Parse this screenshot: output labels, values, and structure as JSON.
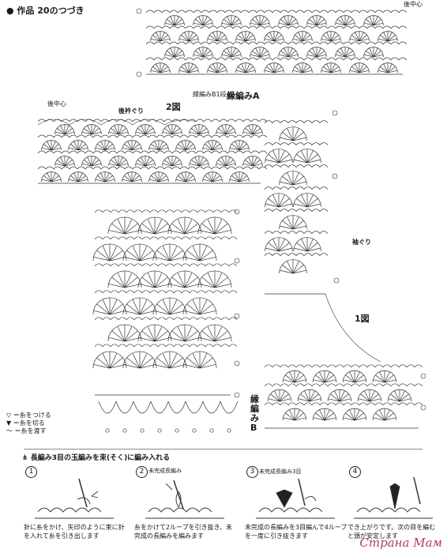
{
  "title": "● 作品 20のつづき",
  "labels": {
    "ushiro_top": "後中心",
    "ushiro_left": "後中心",
    "eriguri": "後衿ぐり",
    "fig2": "2図",
    "fig1": "1図",
    "fuchi_a": "縁編みA",
    "fuchi_b1": "縁編みB1段め",
    "fuchi_b": "縁編みB",
    "sodeguri": "袖ぐり"
  },
  "legend": {
    "attach": "＝糸をつける",
    "cut": "＝糸を切る",
    "pass": "＝糸を渡す"
  },
  "technique": {
    "heading": "長編み3目の玉編みを束(そく)に編み入れる",
    "steps": [
      {
        "num": "1",
        "note": "",
        "caption": "針に糸をかけ、矢印のように束に針を入れて糸を引き出します"
      },
      {
        "num": "2",
        "note": "未完成長編み",
        "caption": "糸をかけて2ループを引き抜き、未完成の長編みを編みます"
      },
      {
        "num": "3",
        "note": "未完成長編み3目",
        "caption": "未完成の長編みを3目編んで4ループを一度に引き抜きます"
      },
      {
        "num": "4",
        "note": "",
        "caption": "でき上がりです。次の目を編むと頭が安定します"
      }
    ]
  },
  "watermark": "Страна Мам",
  "colors": {
    "ink": "#1a1a1a",
    "paper": "#ffffff"
  }
}
